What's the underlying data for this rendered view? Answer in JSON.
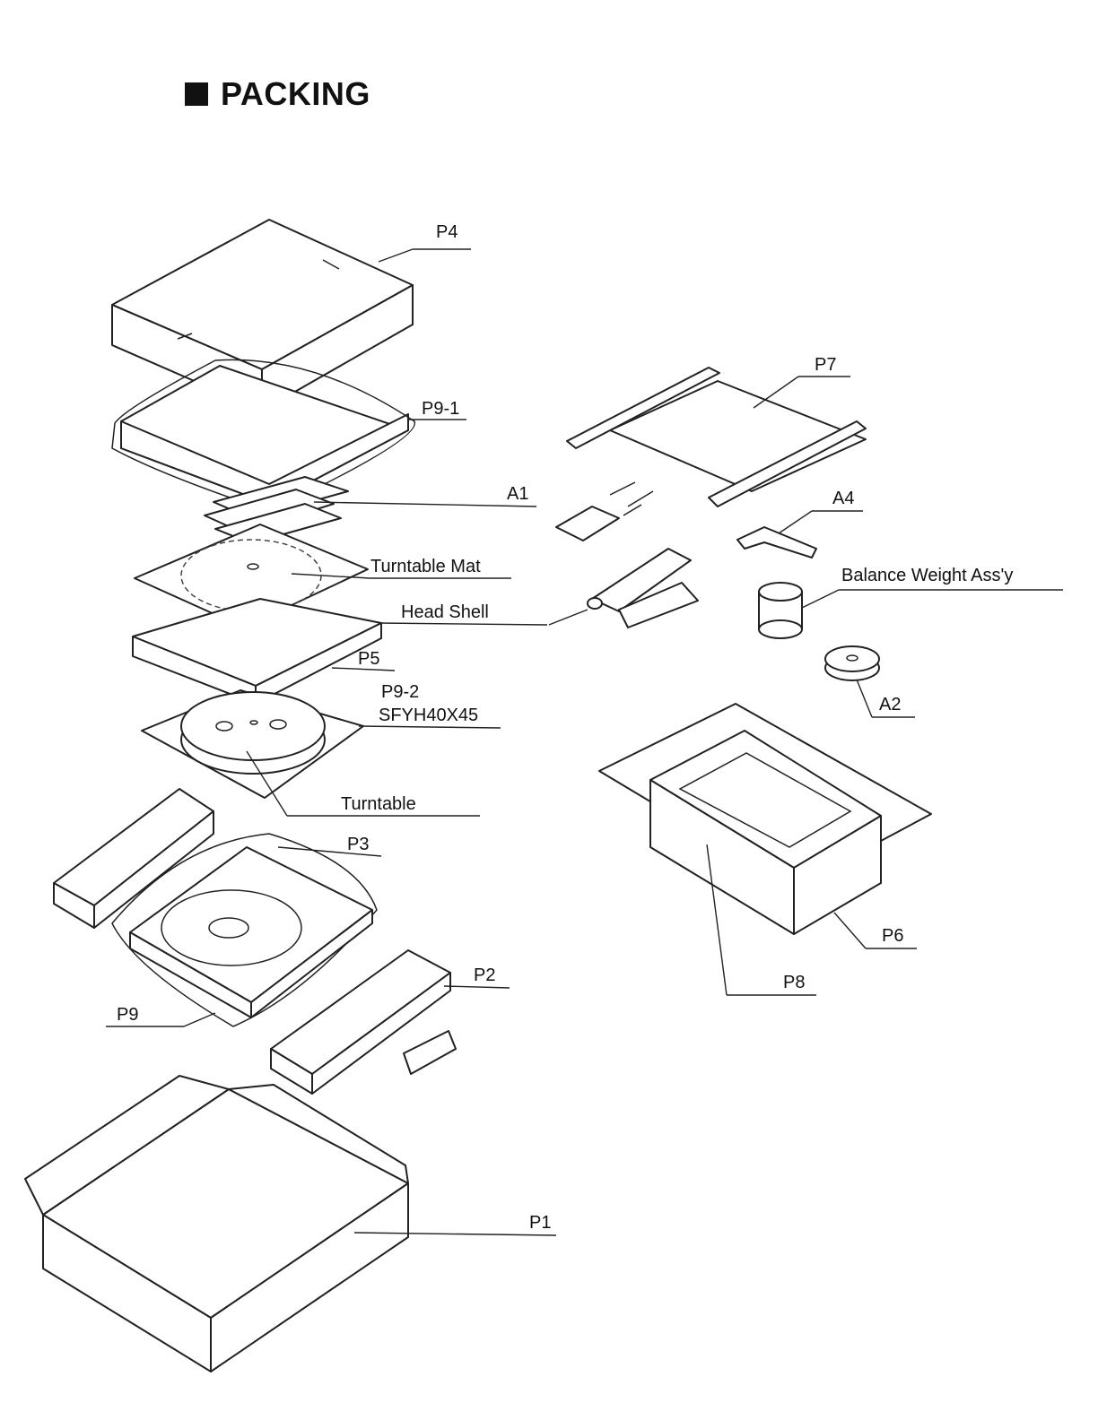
{
  "title": "PACKING",
  "labels": {
    "p4": "P4",
    "p9_1": "P9-1",
    "a1": "A1",
    "turntable_mat": "Turntable Mat",
    "head_shell": "Head Shell",
    "p5": "P5",
    "p9_2": "P9-2",
    "sfyh": "SFYH40X45",
    "turntable": "Turntable",
    "p3": "P3",
    "p2": "P2",
    "p9": "P9",
    "p1": "P1",
    "p7": "P7",
    "a4": "A4",
    "balance_weight": "Balance Weight Ass'y",
    "a2": "A2",
    "p6": "P6",
    "p8": "P8"
  }
}
